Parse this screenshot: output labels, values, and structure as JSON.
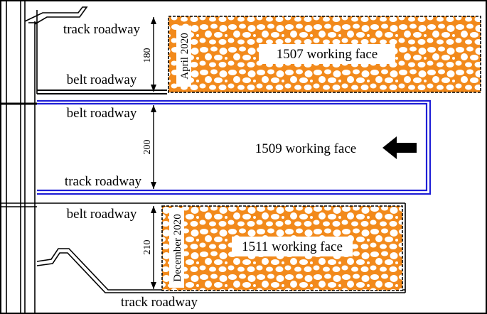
{
  "colors": {
    "goaf_fill": "#f28a1c",
    "goaf_void": "#ffffff",
    "active_outline": "#1f1fd6",
    "line": "#000000"
  },
  "panels": [
    {
      "face_label": "1507 working face",
      "status": "mined",
      "date": "April 2020",
      "width": "180",
      "upper_road": "track roadway",
      "lower_road": "belt roadway"
    },
    {
      "face_label": "1509 working face",
      "status": "active",
      "width": "200",
      "upper_road": "belt roadway",
      "lower_road": "track roadway",
      "advance_direction": "left",
      "arrow_icon": "advance-arrow-icon"
    },
    {
      "face_label": "1511 working face",
      "status": "mined",
      "date": "December 2020",
      "width": "210",
      "upper_road": "belt roadway",
      "lower_road": "track roadway"
    }
  ]
}
